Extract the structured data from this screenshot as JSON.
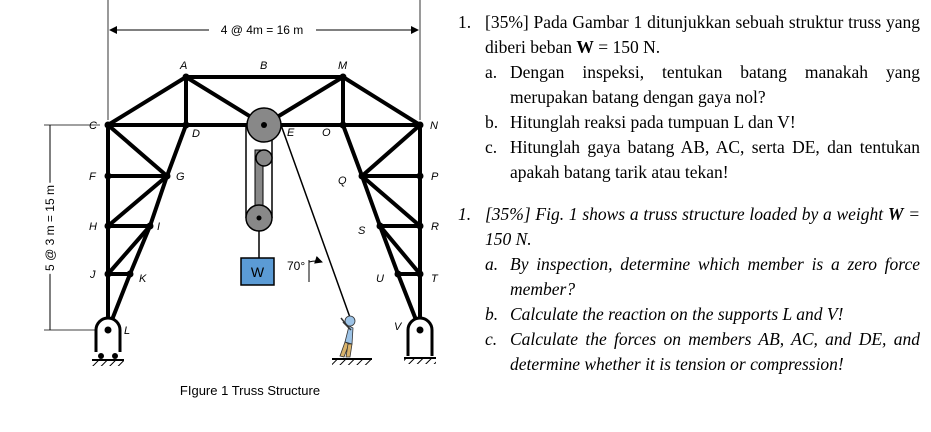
{
  "figure": {
    "top_dim_label": "4 @ 4m = 16 m",
    "side_dim_label": "5 @ 3 m = 15 m",
    "weight_label": "W",
    "angle_label": "70°",
    "caption": "FIgure 1 Truss Structure",
    "node_labels": {
      "A": "A",
      "B": "B",
      "M": "M",
      "C": "C",
      "D": "D",
      "E": "E",
      "O": "O",
      "N": "N",
      "F": "F",
      "G": "G",
      "Q": "Q",
      "P": "P",
      "H": "H",
      "I": "I",
      "S": "S",
      "R": "R",
      "J": "J",
      "K": "K",
      "U": "U",
      "T": "T",
      "L": "L",
      "V": "V"
    }
  },
  "problem_id": {
    "number": "1.",
    "intro_prefix": "[35%] Pada Gambar 1 ditunjukkan sebuah struktur truss yang diberi beban ",
    "intro_W": "W",
    "intro_suffix": " = 150 N.",
    "items": [
      {
        "label": "a.",
        "text": "Dengan inspeksi, tentukan batang manakah yang merupakan batang dengan gaya nol?"
      },
      {
        "label": "b.",
        "text": "Hitunglah reaksi pada tumpuan L dan V!"
      },
      {
        "label": "c.",
        "text": "Hitunglah gaya batang AB, AC, serta DE, dan tentukan apakah batang tarik atau tekan!"
      }
    ]
  },
  "problem_en": {
    "number": "1.",
    "intro_prefix": "[35%] Fig. 1 shows a truss structure loaded by a weight ",
    "intro_W": "W",
    "intro_suffix": " = 150 N.",
    "items": [
      {
        "label": "a.",
        "text": "By inspection, determine which member is a zero force member?"
      },
      {
        "label": "b.",
        "text": "Calculate the reaction on the supports L and V!"
      },
      {
        "label": "c.",
        "text": "Calculate the forces on members AB, AC, and DE, and determine whether it is tension or compression!"
      }
    ]
  }
}
